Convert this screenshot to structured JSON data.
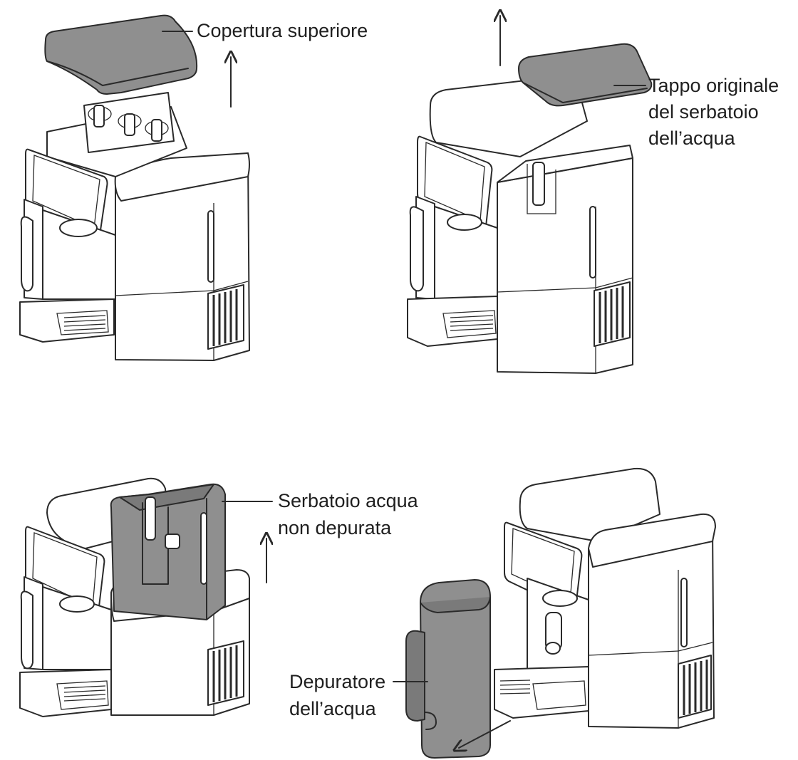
{
  "labels": {
    "top_cover": "Copertura superiore",
    "tank_cap_line1": "Tappo originale",
    "tank_cap_line2": "del serbatoio",
    "tank_cap_line3": "dell’acqua",
    "unpurified_tank_line1": "Serbatoio acqua",
    "unpurified_tank_line2": "non depurata",
    "purifier_line1": "Depuratore",
    "purifier_line2": "dell’acqua"
  },
  "colors": {
    "highlight_part": "#8f8f8f",
    "outline": "#2a2a2a",
    "background": "#ffffff"
  }
}
